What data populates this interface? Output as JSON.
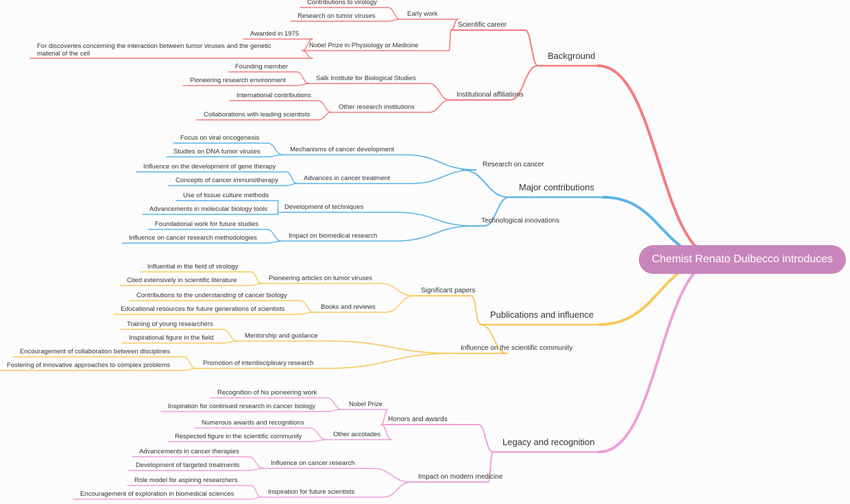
{
  "root": {
    "label": "Chemist Renato Dulbecco introduces",
    "color": "#c985bb"
  },
  "branches": [
    {
      "label": "Background",
      "color": "#f47c7c",
      "children": [
        {
          "label": "Scientific career",
          "children": [
            {
              "label": "Early work",
              "children": [
                {
                  "label": "Contributions to virology"
                },
                {
                  "label": "Research on tumor viruses"
                }
              ]
            },
            {
              "label": "Nobel Prize in Physiology or Medicine",
              "children": [
                {
                  "label": "Awarded in 1975"
                },
                {
                  "label": "For discoveries concerning the interaction between tumor viruses and the genetic material of the cell",
                  "lines": [
                    "For discoveries concerning the interaction between tumor viruses and the genetic",
                    "material of the cell"
                  ]
                }
              ]
            }
          ]
        },
        {
          "label": "Institutional affiliations",
          "children": [
            {
              "label": "Salk Institute for Biological Studies",
              "children": [
                {
                  "label": "Founding member"
                },
                {
                  "label": "Pioneering research environment"
                }
              ]
            },
            {
              "label": "Other research institutions",
              "children": [
                {
                  "label": "International contributions"
                },
                {
                  "label": "Collaborations with leading scientists"
                }
              ]
            }
          ]
        }
      ]
    },
    {
      "label": "Major contributions",
      "color": "#5db3e6",
      "children": [
        {
          "label": "Research on cancer",
          "children": [
            {
              "label": "Mechanisms of cancer development",
              "children": [
                {
                  "label": "Focus on viral oncogenesis"
                },
                {
                  "label": "Studies on DNA tumor viruses"
                }
              ]
            },
            {
              "label": "Advances in cancer treatment",
              "children": [
                {
                  "label": "Influence on the development of gene therapy"
                },
                {
                  "label": "Concepts of cancer immunotherapy"
                }
              ]
            }
          ]
        },
        {
          "label": "Technological innovations",
          "children": [
            {
              "label": "Development of techniques",
              "children": [
                {
                  "label": "Use of tissue culture methods"
                },
                {
                  "label": "Advancements in molecular biology tools"
                }
              ]
            },
            {
              "label": "Impact on biomedical research",
              "children": [
                {
                  "label": "Foundational work for future studies"
                },
                {
                  "label": "Influence on cancer research methodologies"
                }
              ]
            }
          ]
        }
      ]
    },
    {
      "label": "Publications and influence",
      "color": "#f7c95c",
      "children": [
        {
          "label": "Significant papers",
          "children": [
            {
              "label": "Pioneering articles on tumor viruses",
              "children": [
                {
                  "label": "Influential in the field of virology"
                },
                {
                  "label": "Cited extensively in scientific literature"
                }
              ]
            },
            {
              "label": "Books and reviews",
              "children": [
                {
                  "label": "Contributions to the understanding of cancer biology"
                },
                {
                  "label": "Educational resources for future generations of scientists"
                }
              ]
            }
          ]
        },
        {
          "label": "Influence on the scientific community",
          "children": [
            {
              "label": "Mentorship and guidance",
              "children": [
                {
                  "label": "Training of young researchers"
                },
                {
                  "label": "Inspirational figure in the field"
                }
              ]
            },
            {
              "label": "Promotion of interdisciplinary research",
              "children": [
                {
                  "label": "Encouragement of collaboration between disciplines"
                },
                {
                  "label": "Fostering of innovative approaches to complex problems"
                }
              ]
            }
          ]
        }
      ]
    },
    {
      "label": "Legacy and recognition",
      "color": "#ee9fdc",
      "children": [
        {
          "label": "Honors and awards",
          "children": [
            {
              "label": "Nobel Prize",
              "children": [
                {
                  "label": "Recognition of his pioneering work"
                },
                {
                  "label": "Inspiration for continued research in cancer biology"
                }
              ]
            },
            {
              "label": "Other accolades",
              "children": [
                {
                  "label": "Numerous awards and recognitions"
                },
                {
                  "label": "Respected figure in the scientific community"
                }
              ]
            }
          ]
        },
        {
          "label": "Impact on modern medicine",
          "children": [
            {
              "label": "Influence on cancer research",
              "children": [
                {
                  "label": "Advancements in cancer therapies"
                },
                {
                  "label": "Development of targeted treatments"
                }
              ]
            },
            {
              "label": "Inspiration for future scientists",
              "children": [
                {
                  "label": "Role model for aspiring researchers"
                },
                {
                  "label": "Encouragement of exploration in biomedical sciences"
                }
              ]
            }
          ]
        }
      ]
    }
  ]
}
